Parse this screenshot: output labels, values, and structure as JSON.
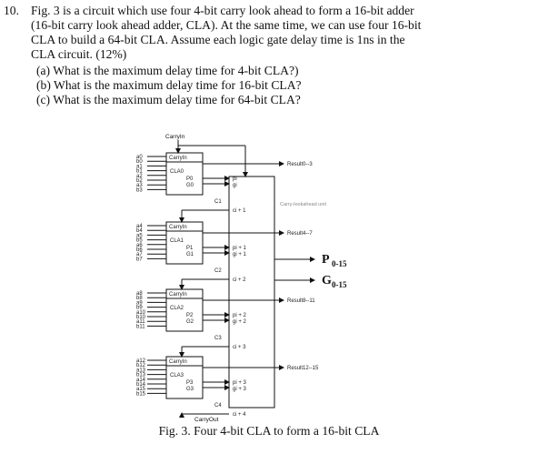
{
  "question": {
    "number": "10.",
    "lines": [
      "Fig. 3 is a circuit which use four 4-bit carry look ahead to form a 16-bit adder",
      "(16-bit carry look ahead adder, CLA). At the same time, we can use four 16-bit",
      "CLA to build a 64-bit CLA. Assume each logic gate delay time is 1ns in the",
      "CLA circuit. (12%)"
    ],
    "parts": [
      "(a)  What is the maximum delay time for 4-bit CLA?)",
      "(b)  What is the maximum delay time for 16-bit CLA?",
      "(c)  What is the maximum delay time for 64-bit CLA?"
    ]
  },
  "figure": {
    "carry_in_top": "CarryIn",
    "carry_out": "CarryOut",
    "lookahead_label": "Carry-lookahead unit",
    "blocks": [
      {
        "carryin": "CarryIn",
        "name": "CLA0",
        "pg": [
          "P0",
          "G0"
        ],
        "inputs": [
          "a0",
          "b0",
          "a1",
          "b1",
          "a2",
          "b2",
          "a3",
          "b3"
        ],
        "result": "Result0--3",
        "unit_in": [
          "pi",
          "gi"
        ],
        "carry": "C1",
        "ci": "ci + 1"
      },
      {
        "carryin": "CarryIn",
        "name": "CLA1",
        "pg": [
          "P1",
          "G1"
        ],
        "inputs": [
          "a4",
          "b4",
          "a5",
          "b5",
          "a6",
          "b6",
          "a7",
          "b7"
        ],
        "result": "Result4--7",
        "unit_in": [
          "pi + 1",
          "gi + 1"
        ],
        "carry": "C2",
        "ci": "ci + 2"
      },
      {
        "carryin": "CarryIn",
        "name": "CLA2",
        "pg": [
          "P2",
          "G2"
        ],
        "inputs": [
          "a8",
          "b8",
          "a9",
          "b9",
          "a10",
          "b10",
          "a11",
          "b11"
        ],
        "result": "Result8--11",
        "unit_in": [
          "pi + 2",
          "gi + 2"
        ],
        "carry": "C3",
        "ci": "ci + 3"
      },
      {
        "carryin": "CarryIn",
        "name": "CLA3",
        "pg": [
          "P3",
          "G3"
        ],
        "inputs": [
          "a12",
          "b12",
          "a13",
          "b13",
          "a14",
          "b14",
          "a15",
          "b15"
        ],
        "result": "Result12--15",
        "unit_in": [
          "pi + 3",
          "gi + 3"
        ],
        "carry": "C4",
        "ci": "ci + 4"
      }
    ],
    "outputs": [
      {
        "main": "P",
        "sub": "0-15"
      },
      {
        "main": "G",
        "sub": "0-15"
      }
    ]
  },
  "caption": "Fig. 3. Four 4-bit CLA to form a 16-bit CLA"
}
